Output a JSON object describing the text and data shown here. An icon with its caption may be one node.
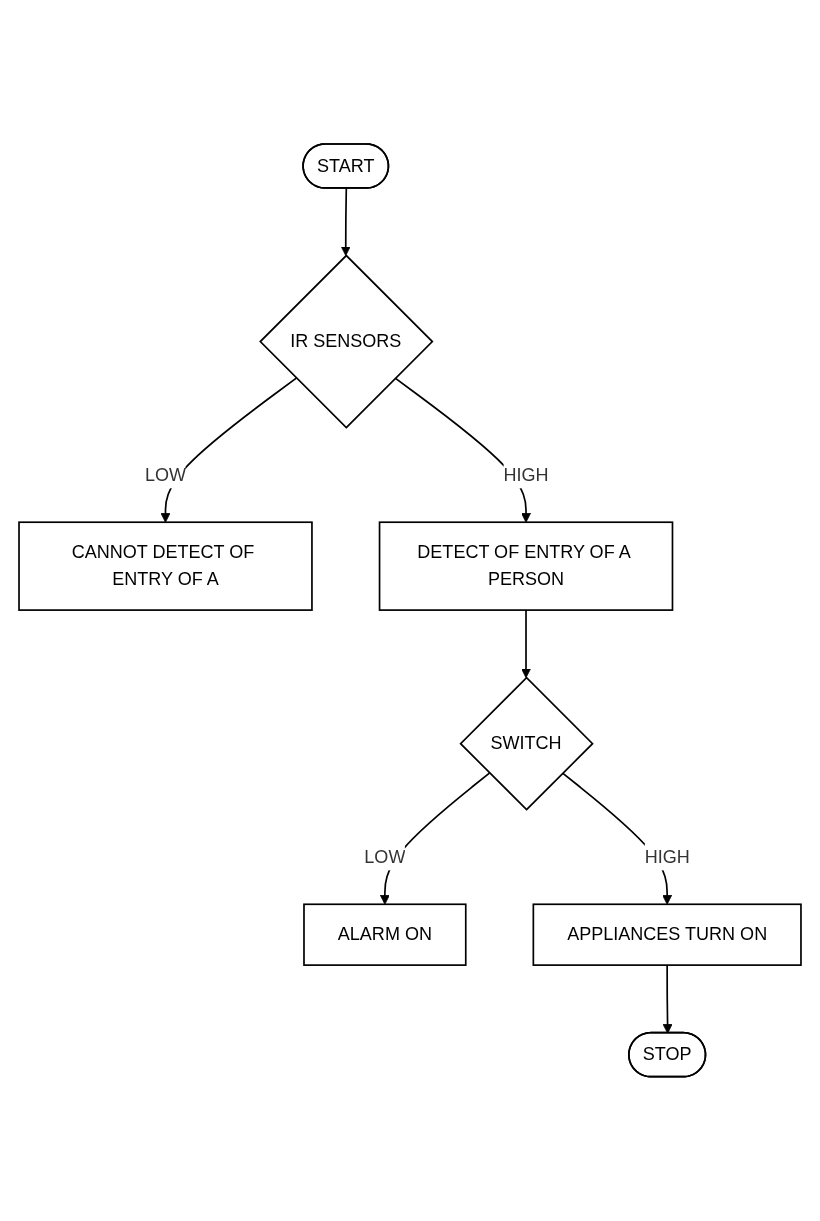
{
  "diagram": {
    "nodes": [
      {
        "text": [
          "START"
        ]
      },
      {
        "text": [
          "IR SENSORS"
        ]
      },
      {
        "text": [
          "CANNOT DETECT OF ENTRY OF A"
        ]
      },
      {
        "text": [
          "DETECT OF ENTRY OF A PERSON"
        ]
      },
      {
        "text": [
          "SWITCH"
        ]
      },
      {
        "text": [
          "ALARM ON"
        ]
      },
      {
        "text": [
          "APPLIANCES TURN ON"
        ]
      },
      {
        "text": [
          "STOP"
        ]
      }
    ],
    "edges": [
      {
        "from": 0,
        "to": 1,
        "arrow": "to"
      },
      {
        "from": 1,
        "to": 2,
        "arrow": "to",
        "label": "LOW"
      },
      {
        "from": 1,
        "to": 3,
        "arrow": "to",
        "label": "HIGH"
      },
      {
        "from": 3,
        "to": 4,
        "arrow": "to"
      },
      {
        "from": 4,
        "to": 5,
        "arrow": "to",
        "label": "LOW"
      },
      {
        "from": 4,
        "to": 6,
        "arrow": "to",
        "label": "HIGH"
      },
      {
        "from": 6,
        "to": 7,
        "arrow": "to"
      }
    ]
  }
}
